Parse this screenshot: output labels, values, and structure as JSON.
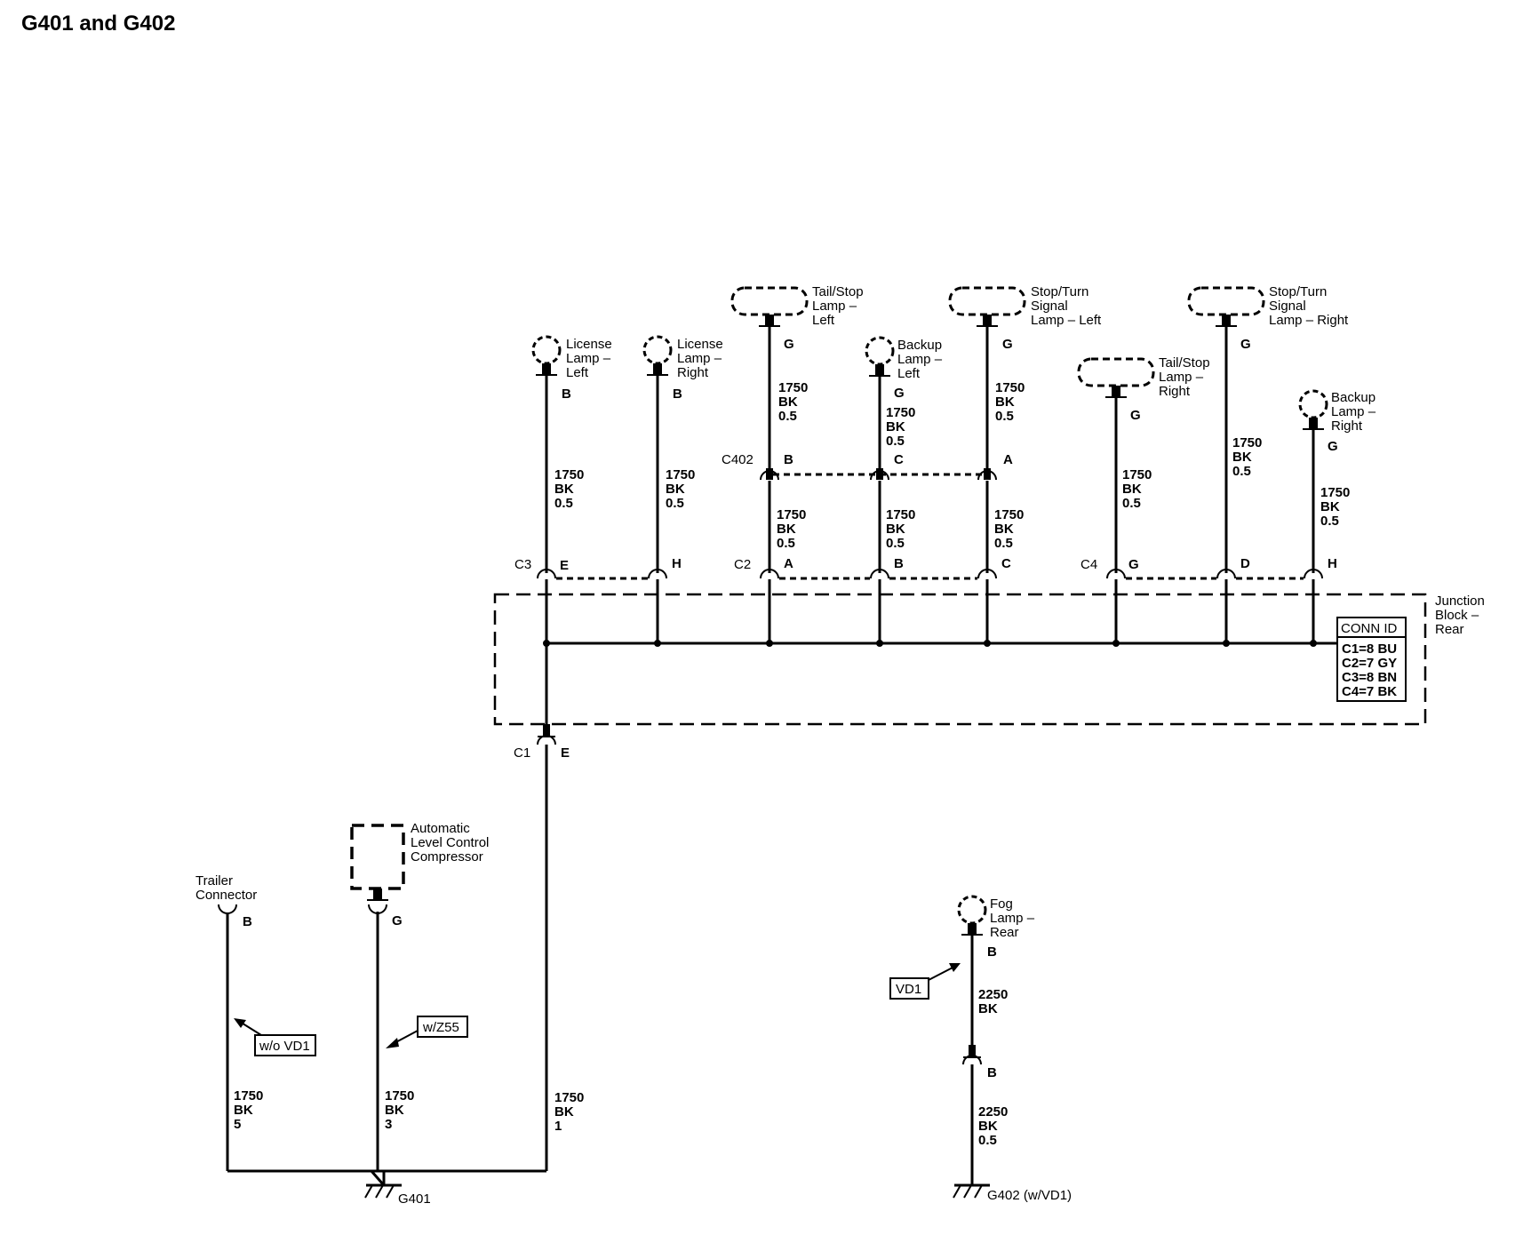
{
  "title": "G401 and G402",
  "components": {
    "license_left": [
      "License",
      "Lamp –",
      "Left"
    ],
    "license_right": [
      "License",
      "Lamp –",
      "Right"
    ],
    "tail_stop_left": [
      "Tail/Stop",
      "Lamp –",
      "Left"
    ],
    "backup_left": [
      "Backup",
      "Lamp –",
      "Left"
    ],
    "stop_turn_left": [
      "Stop/Turn",
      "Signal",
      "Lamp – Left"
    ],
    "tail_stop_right": [
      "Tail/Stop",
      "Lamp –",
      "Right"
    ],
    "stop_turn_right": [
      "Stop/Turn",
      "Signal",
      "Lamp – Right"
    ],
    "backup_right": [
      "Backup",
      "Lamp –",
      "Right"
    ],
    "junction_block": [
      "Junction",
      "Block –",
      "Rear"
    ],
    "alc_compressor": [
      "Automatic",
      "Level Control",
      "Compressor"
    ],
    "trailer_connector": [
      "Trailer",
      "Connector"
    ],
    "fog_lamp": [
      "Fog",
      "Lamp –",
      "Rear"
    ]
  },
  "pins": {
    "license_left": "B",
    "license_right": "B",
    "tail_stop_left": "G",
    "backup_left": "G",
    "stop_turn_left": "G",
    "tail_stop_right": "G",
    "stop_turn_right": "G",
    "backup_right": "G",
    "c402_b": "B",
    "c402_c": "C",
    "c402_a": "A",
    "c3_e": "E",
    "c3_h": "H",
    "c2_a": "A",
    "c2_b": "B",
    "c2_c": "C",
    "c4_g": "G",
    "c4_d": "D",
    "c4_h": "H",
    "c1_e": "E",
    "alc": "G",
    "trailer": "B",
    "fog": "B",
    "fog_inline": "B"
  },
  "connectors": {
    "c402": "C402",
    "c3": "C3",
    "c2": "C2",
    "c4": "C4",
    "c1": "C1"
  },
  "wires": {
    "license_left": [
      "1750",
      "BK",
      "0.5"
    ],
    "license_right": [
      "1750",
      "BK",
      "0.5"
    ],
    "tail_stop_left_upper": [
      "1750",
      "BK",
      "0.5"
    ],
    "backup_left_upper": [
      "1750",
      "BK",
      "0.5"
    ],
    "stop_turn_left_upper": [
      "1750",
      "BK",
      "0.5"
    ],
    "c402_left_lower": [
      "1750",
      "BK",
      "0.5"
    ],
    "c402_mid_lower": [
      "1750",
      "BK",
      "0.5"
    ],
    "c402_right_lower": [
      "1750",
      "BK",
      "0.5"
    ],
    "tail_stop_right": [
      "1750",
      "BK",
      "0.5"
    ],
    "stop_turn_right": [
      "1750",
      "BK",
      "0.5"
    ],
    "backup_right": [
      "1750",
      "BK",
      "0.5"
    ],
    "trailer_ground": [
      "1750",
      "BK",
      "5"
    ],
    "alc_ground": [
      "1750",
      "BK",
      "3"
    ],
    "jb_ground": [
      "1750",
      "BK",
      "1"
    ],
    "fog_upper": [
      "2250",
      "BK"
    ],
    "fog_lower": [
      "2250",
      "BK",
      "0.5"
    ]
  },
  "conn_id": {
    "header": "CONN ID",
    "rows": [
      "C1=8 BU",
      "C2=7 GY",
      "C3=8 BN",
      "C4=7 BK"
    ]
  },
  "options": {
    "wo_vd1": "w/o VD1",
    "w_z55": "w/Z55",
    "vd1": "VD1"
  },
  "grounds": {
    "g401": "G401",
    "g402": "G402 (w/VD1)"
  }
}
